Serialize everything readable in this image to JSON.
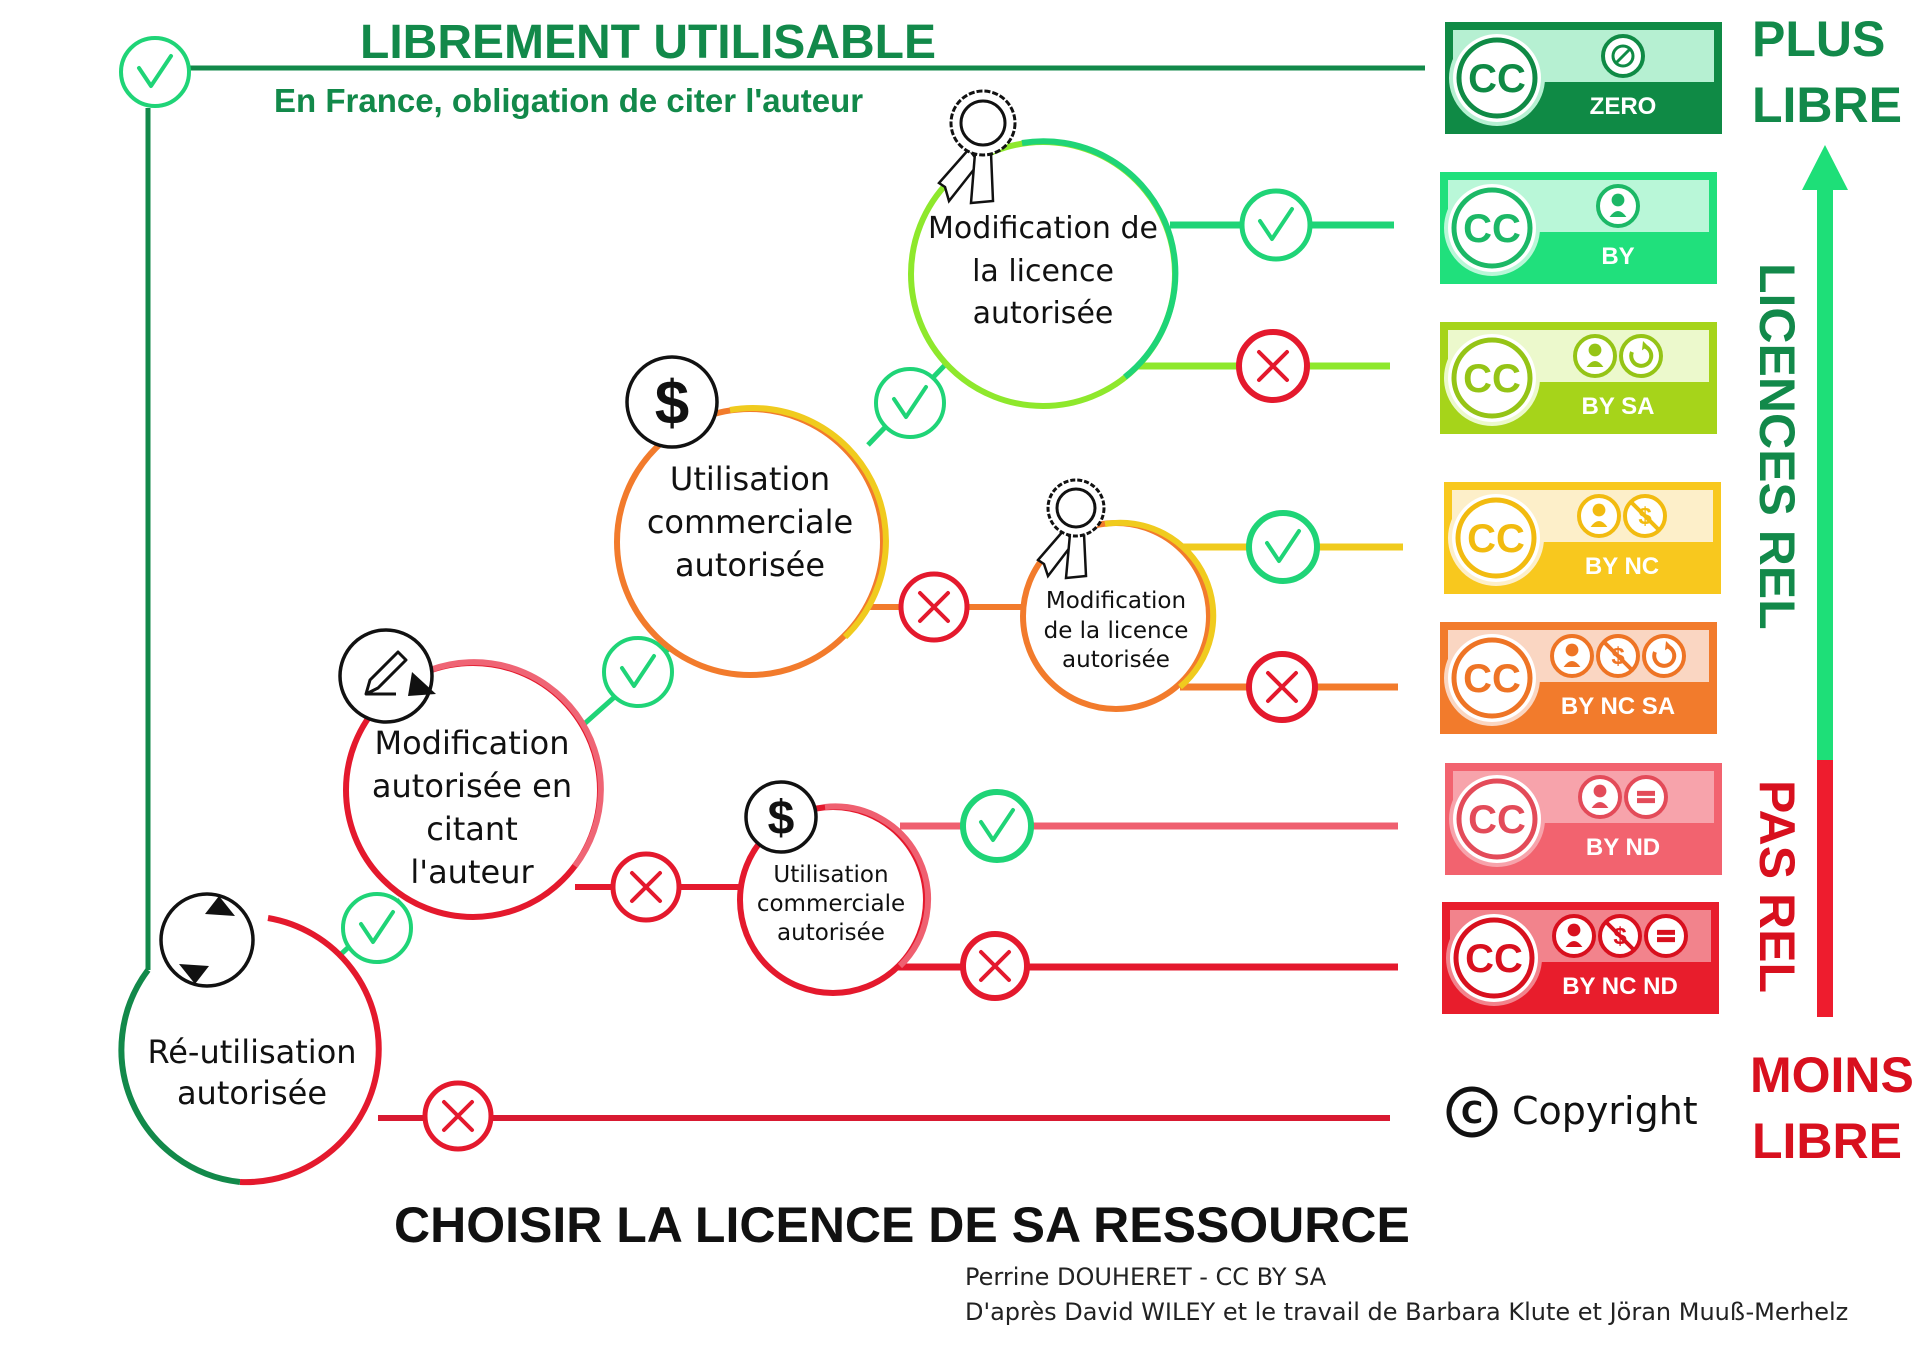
{
  "header": {
    "top_title": "LIBREMENT UTILISABLE",
    "top_subtitle": "En France, obligation de citer l'auteur"
  },
  "scale": {
    "top_label": [
      "PLUS",
      "LIBRE"
    ],
    "bottom_label": [
      "MOINS",
      "LIBRE"
    ],
    "rel_label": "LICENCES REL",
    "non_rel_label": "PAS REL",
    "colors": {
      "rel": "#1edf78",
      "non_rel": "#ee1c2e",
      "top_text": "#12894a",
      "bottom_text": "#d8101e"
    }
  },
  "nodes": {
    "reuse": {
      "lines": [
        "Ré-utilisation",
        "autorisée"
      ],
      "icon": "reuse-cycle-icon"
    },
    "modification": {
      "lines": [
        "Modification",
        "autorisée en",
        "citant",
        "l'auteur"
      ],
      "icon": "pencil-edit-icon"
    },
    "commercial_a": {
      "lines": [
        "Utilisation",
        "commerciale",
        "autorisée"
      ],
      "icon": "dollar-icon"
    },
    "license_mod_a": {
      "lines": [
        "Modification de",
        "la licence",
        "autorisée"
      ],
      "icon": "award-ribbon-icon"
    },
    "license_mod_b": {
      "lines": [
        "Modification",
        "de la licence",
        "autorisée"
      ],
      "icon": "award-ribbon-icon"
    },
    "commercial_b": {
      "lines": [
        "Utilisation",
        "commerciale",
        "autorisée"
      ],
      "icon": "dollar-icon"
    }
  },
  "decisions": {
    "yes_icon": "check-icon",
    "no_icon": "cross-icon"
  },
  "licenses": [
    {
      "id": "cc0",
      "terms": "ZERO",
      "icons": [
        "zero-icon"
      ],
      "main": "#0f8a45",
      "light": "#b6f0d2",
      "ink": "#0f8a45"
    },
    {
      "id": "by",
      "terms": "BY",
      "icons": [
        "attribution-icon"
      ],
      "main": "#20e07c",
      "light": "#b9f7d8",
      "ink": "#1cb866"
    },
    {
      "id": "by-sa",
      "terms": "BY  SA",
      "icons": [
        "attribution-icon",
        "share-alike-icon"
      ],
      "main": "#a6d41a",
      "light": "#ecf9cc",
      "ink": "#95c416"
    },
    {
      "id": "by-nc",
      "terms": "BY  NC",
      "icons": [
        "attribution-icon",
        "non-commercial-icon"
      ],
      "main": "#f8c81e",
      "light": "#fdefc9",
      "ink": "#f2bb10"
    },
    {
      "id": "by-nc-sa",
      "terms": "BY  NC  SA",
      "icons": [
        "attribution-icon",
        "non-commercial-icon",
        "share-alike-icon"
      ],
      "main": "#f27b2c",
      "light": "#fad6c2",
      "ink": "#ee7425"
    },
    {
      "id": "by-nd",
      "terms": "BY  ND",
      "icons": [
        "attribution-icon",
        "no-derivatives-icon"
      ],
      "main": "#f2636f",
      "light": "#f7a3ab",
      "ink": "#e34b59"
    },
    {
      "id": "by-nc-nd",
      "terms": "BY  NC  ND",
      "icons": [
        "attribution-icon",
        "non-commercial-icon",
        "no-derivatives-icon"
      ],
      "main": "#e81d2c",
      "light": "#f2838c",
      "ink": "#d8101e"
    }
  ],
  "cc_mark": "CC",
  "copyright": {
    "symbol": "C",
    "label": "Copyright"
  },
  "footer": {
    "title": "CHOISIR LA LICENCE DE SA RESSOURCE",
    "credit_line_1": "Perrine DOUHERET - CC BY SA",
    "credit_line_2": "D'après David WILEY et le travail de Barbara Klute et Jöran Muuß-Merhelz"
  }
}
